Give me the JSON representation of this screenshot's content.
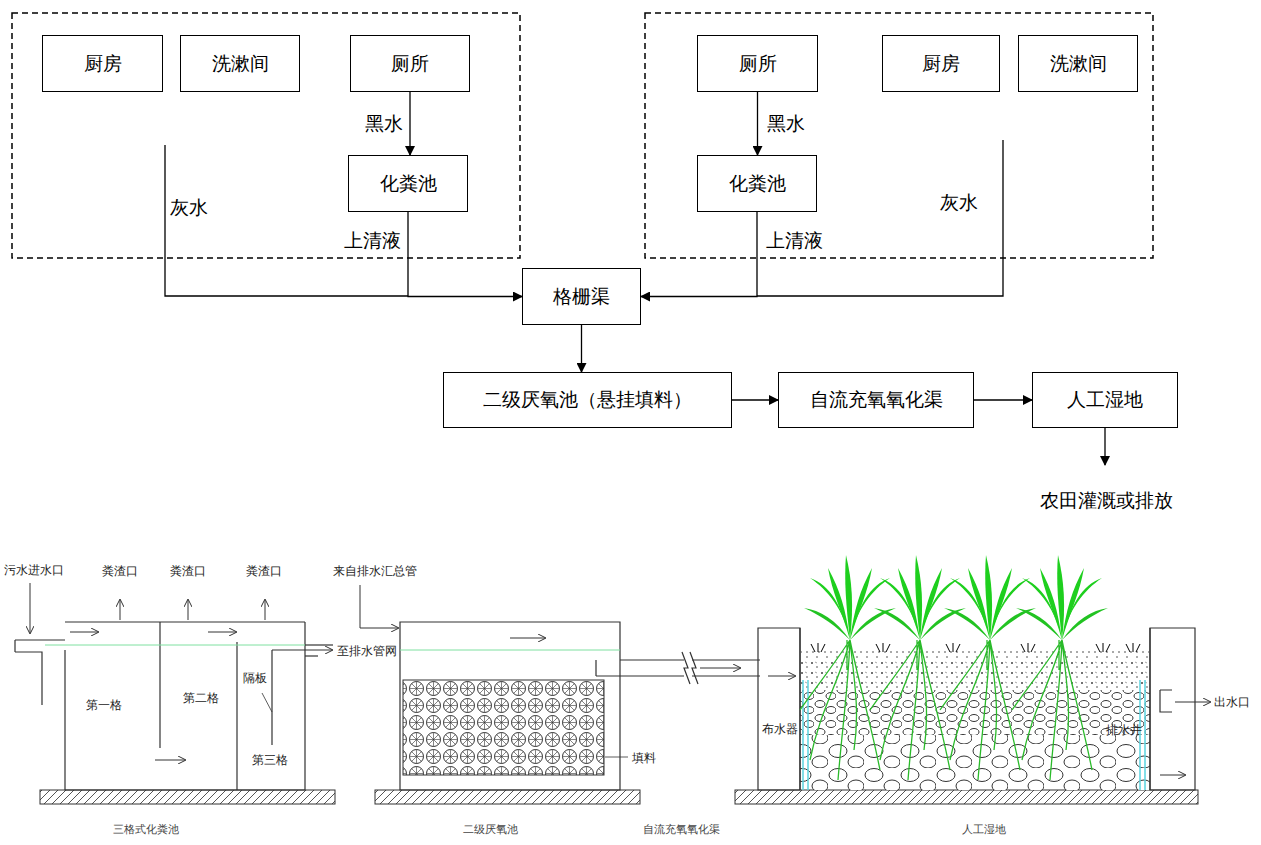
{
  "diagram": {
    "nodes": [
      {
        "text": [
          "厨房"
        ]
      },
      {
        "text": [
          "洗漱间"
        ]
      },
      {
        "text": [
          "厕所"
        ]
      },
      {
        "text": [
          "化粪池"
        ]
      },
      {
        "text": [
          "厕所"
        ]
      },
      {
        "text": [
          "厨房"
        ]
      },
      {
        "text": [
          "洗漱间"
        ]
      },
      {
        "text": [
          "化粪池"
        ]
      },
      {
        "text": [
          "格栅渠"
        ]
      },
      {
        "text": [
          "二级厌氧池（悬挂填料）"
        ]
      },
      {
        "text": [
          "自流充氧氧化渠"
        ]
      },
      {
        "text": [
          "人工湿地"
        ]
      }
    ],
    "edges": [
      {
        "from": 2,
        "to": 3,
        "label": "黑水",
        "arrow": "to"
      },
      {
        "from": 3,
        "to": 8,
        "label": "上清液",
        "arrow": "to"
      },
      {
        "from": 4,
        "to": 7,
        "label": "黑水",
        "arrow": "to"
      },
      {
        "from": 7,
        "to": 8,
        "label": "上清液",
        "arrow": "to"
      },
      {
        "from": 8,
        "to": 9,
        "arrow": "to"
      },
      {
        "from": 9,
        "to": 10,
        "arrow": "to"
      },
      {
        "from": 10,
        "to": 11,
        "arrow": "to"
      }
    ],
    "labels": [
      "灰水",
      "灰水",
      "农田灌溉或排放",
      "污水进水口",
      "粪渣口",
      "粪渣口",
      "粪渣口",
      "第一格",
      "第二格",
      "隔板",
      "第三格",
      "至排水管网",
      "来自排水汇总管",
      "填料",
      "布水器",
      "排水井",
      "出水口",
      "三格式化粪池",
      "二级厌氧池",
      "自流充氧氧化渠",
      "人工湿地"
    ]
  }
}
